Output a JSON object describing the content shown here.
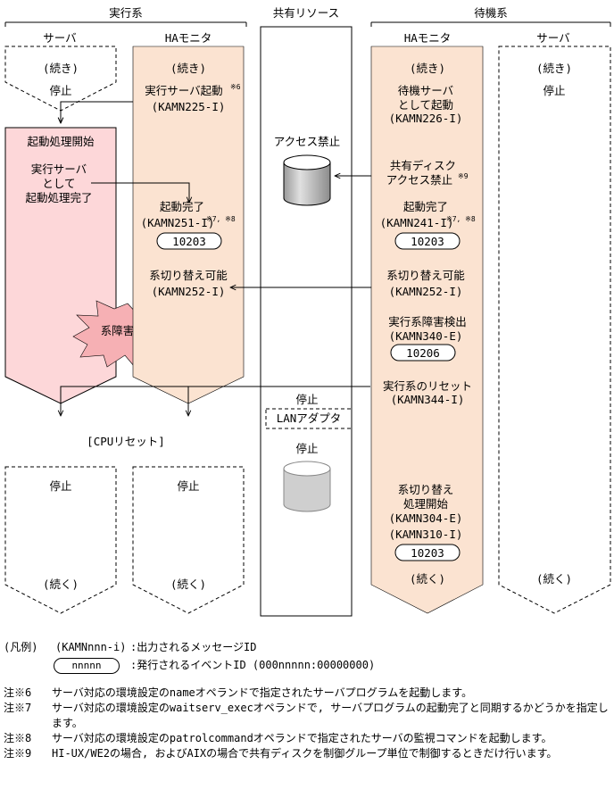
{
  "headers": {
    "exec": "実行系",
    "shared": "共有リソース",
    "standby": "待機系"
  },
  "columns": {
    "server": "サーバ",
    "ha": "HAモニタ",
    "ha2": "HAモニタ",
    "server2": "サーバ"
  },
  "exec_server": {
    "cont": "(続き)",
    "stop": "停止",
    "box_title": "起動処理開始",
    "box_l1": "実行サーバ",
    "box_l2": "として",
    "box_l3": "起動処理完了",
    "failure": "系障害発生",
    "cpu_reset": "[CPUリセット]",
    "stop2": "停止",
    "cont2": "(続く)"
  },
  "exec_ha": {
    "cont": "(続き)",
    "l1": "実行サーバ起動",
    "n1": "※6",
    "msg1": "(KAMN225-I)",
    "l2": "起動完了",
    "msg2": "(KAMN251-I)",
    "n2": "※7, ※8",
    "ev1": "10203",
    "l3": "系切り替え可能",
    "msg3": "(KAMN252-I)",
    "stop": "停止",
    "cont2": "(続く)"
  },
  "shared": {
    "access_denied": "アクセス禁止",
    "stop1": "停止",
    "lan": "LANアダプタ",
    "stop2": "停止"
  },
  "standby_ha": {
    "cont": "(続き)",
    "l1a": "待機サーバ",
    "l1b": "として起動",
    "msg1": "(KAMN226-I)",
    "l2a": "共有ディスク",
    "l2b": "アクセス禁止",
    "n2": "※9",
    "l3": "起動完了",
    "msg3": "(KAMN241-I)",
    "n3": "※7, ※8",
    "ev1": "10203",
    "l4": "系切り替え可能",
    "msg4": "(KAMN252-I)",
    "l5": "実行系障害検出",
    "msg5": "(KAMN340-E)",
    "ev2": "10206",
    "l6": "実行系のリセット",
    "msg6": "(KAMN344-I)",
    "l7a": "系切り替え",
    "l7b": "処理開始",
    "msg7a": "(KAMN304-E)",
    "msg7b": "(KAMN310-I)",
    "ev3": "10203",
    "cont2": "(続く)"
  },
  "standby_server": {
    "cont": "(続き)",
    "stop": "停止",
    "cont2": "(続く)"
  },
  "legend": {
    "label": "(凡例)",
    "msg_sample": "(KAMNnnn-i)",
    "msg_desc": ":出力されるメッセージID",
    "ev_sample": "nnnnn",
    "ev_desc": ":発行されるイベントID (000nnnnn:00000000)"
  },
  "notes": [
    {
      "label": "注※6",
      "text": "サーバ対応の環境設定のnameオペランドで指定されたサーバプログラムを起動します。"
    },
    {
      "label": "注※7",
      "text": "サーバ対応の環境設定のwaitserv_execオペランドで, サーバプログラムの起動完了と同期するかどうかを指定します。"
    },
    {
      "label": "注※8",
      "text": "サーバ対応の環境設定のpatrolcommandオペランドで指定されたサーバの監視コマンドを起動します。"
    },
    {
      "label": "注※9",
      "text": "HI-UX/WE2の場合, およびAIXの場合で共有ディスクを制御グループ単位で制御するときだけ行います。"
    }
  ],
  "colors": {
    "pink": "#fdd7d9",
    "peach": "#fbe3d1",
    "burst": "#f6b0b4",
    "disk_top": "#ffffff",
    "disk_body": "#b8b8b8"
  }
}
